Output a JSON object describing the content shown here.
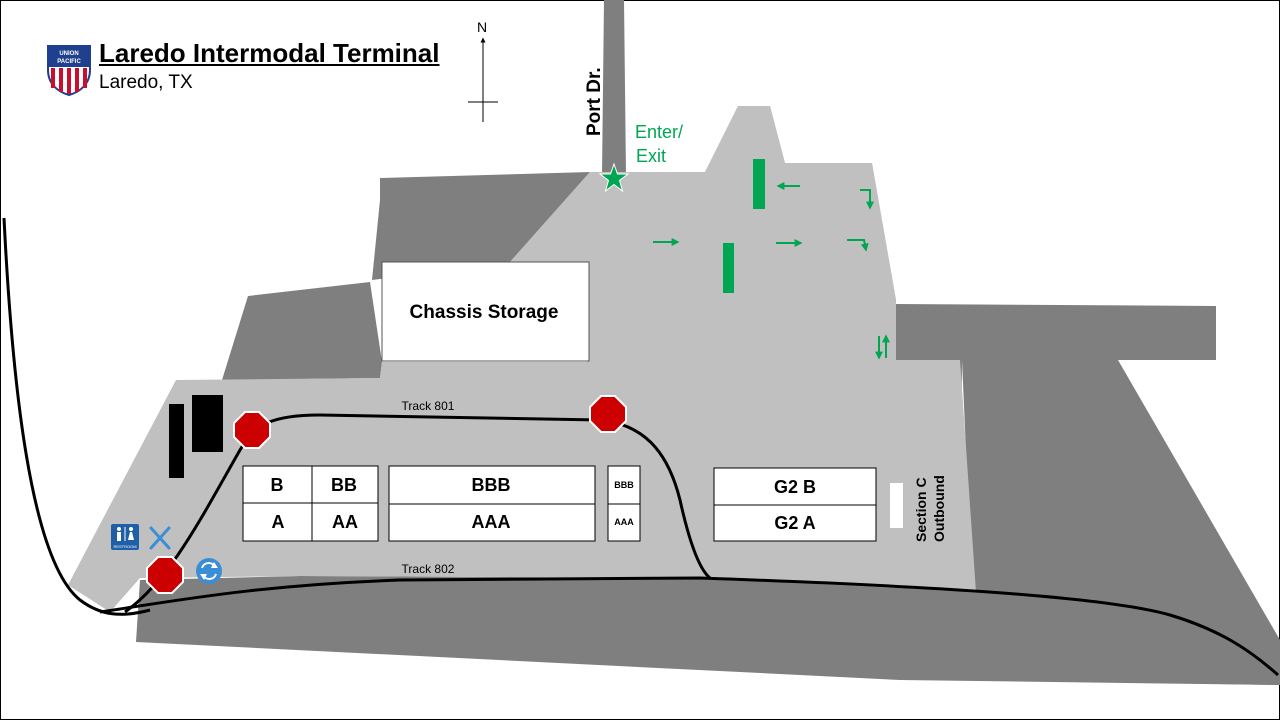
{
  "header": {
    "title": "Laredo Intermodal Terminal",
    "subtitle": "Laredo, TX",
    "logo_text_top": "UNION",
    "logo_text_bottom": "PACIFIC"
  },
  "compass": {
    "north_label": "N"
  },
  "roads": {
    "port_drive": "Port Dr."
  },
  "entrance": {
    "line1": "Enter/",
    "line2": "Exit"
  },
  "areas": {
    "chassis_storage": "Chassis Storage",
    "section_c_line1": "Section C",
    "section_c_line2": "Outbound"
  },
  "tracks": {
    "track_801": "Track 801",
    "track_802": "Track 802"
  },
  "rows": {
    "b": "B",
    "bb": "BB",
    "bbb": "BBB",
    "bbb_small": "BBB",
    "a": "A",
    "aa": "AA",
    "aaa": "AAA",
    "aaa_small": "AAA",
    "g2b": "G2 B",
    "g2a": "G2 A"
  },
  "icons": {
    "restroom_label": "RESTROOM",
    "restroom": "restroom-icon",
    "maintenance": "wrench-screwdriver-icon",
    "turnaround": "rotate-icon",
    "stop": "stop-sign-icon",
    "entrance": "star-icon"
  },
  "colors": {
    "lot_light": "#c0c0c0",
    "lot_dark": "#7f7f7f",
    "road": "#7f7f7f",
    "arrow_green": "#00a651",
    "stop_red": "#cc0000",
    "icon_blue": "#1f77b4"
  }
}
